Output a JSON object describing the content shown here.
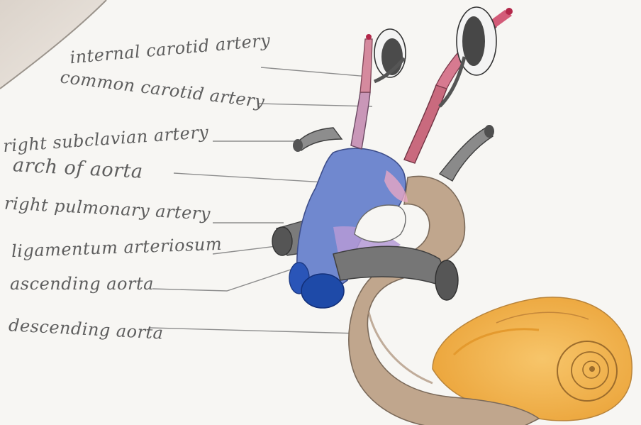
{
  "labels": {
    "internal_carotid": "internal carotid artery",
    "common_carotid": "common carotid artery",
    "right_subclavian": "right subclavian artery",
    "arch_of_aorta": "arch of aorta",
    "right_pulmonary": "right pulmonary artery",
    "ligamentum": "ligamentum arteriosum",
    "ascending": "ascending aorta",
    "descending": "descending aorta"
  },
  "colors": {
    "paper": "#f7f6f3",
    "blue_vessel": "#6e86cf",
    "dark_blue": "#1e4aa8",
    "pink_vessel": "#d58a9e",
    "red_tip": "#b3284a",
    "brown_aorta": "#bfa58c",
    "gray_vessel": "#7d7d7d",
    "purple": "#b59ad6",
    "orange_shell": "#f1b24a",
    "leader_line": "#8a8a8a"
  }
}
